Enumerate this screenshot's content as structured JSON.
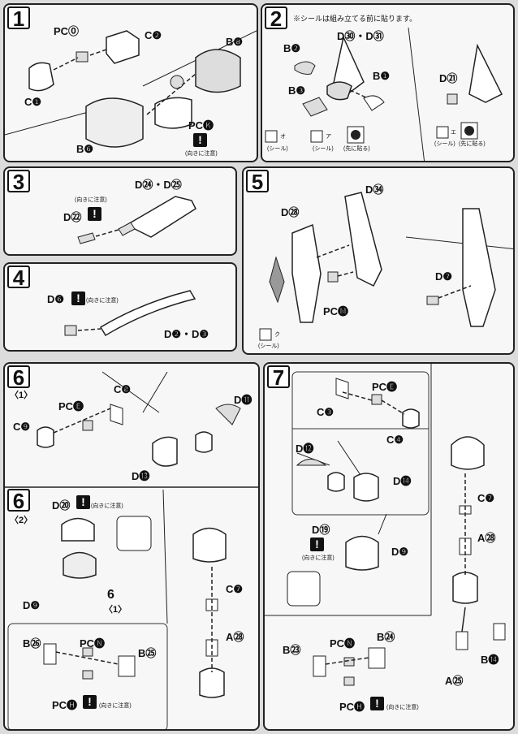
{
  "steps": {
    "s1": {
      "num": "1",
      "labels": {
        "pco": "PC⓪",
        "c2": "C❷",
        "b8": "B❽",
        "c1": "C❶",
        "pck": "PC🅚",
        "b6": "B❻"
      },
      "caution": "(向きに注意)"
    },
    "s2": {
      "num": "2",
      "note": "※シールは組み立てる前に貼ります。",
      "labels": {
        "d30": "D㉚・D㉛",
        "b2": "B❷",
        "b1": "B❶",
        "b3": "B❸",
        "d21": "D㉑"
      },
      "stickers": [
        {
          "text": "オ",
          "cap": "(シール)"
        },
        {
          "text": "ア",
          "cap": "(シール)"
        },
        {
          "text": "(先に貼る)"
        },
        {
          "text": "エ",
          "cap": "(シール)"
        },
        {
          "text": "(先に貼る)"
        }
      ]
    },
    "s3": {
      "num": "3",
      "labels": {
        "d24": "D㉔・D㉕",
        "d22": "D㉒"
      },
      "caution": "(向きに注意)"
    },
    "s4": {
      "num": "4",
      "labels": {
        "d6": "D❻",
        "d2": "D❷・D❸"
      },
      "caution": "(向きに注意)"
    },
    "s5": {
      "num": "5",
      "labels": {
        "d28": "D㉘",
        "d34": "D㉞",
        "pcm": "PC🅜",
        "d7": "D❼"
      },
      "sticker": {
        "text": "ク",
        "cap": "(シール)"
      }
    },
    "s6a": {
      "num": "6",
      "sub": "〈1〉",
      "labels": {
        "c8": "C❽",
        "pce": "PC🅔",
        "c9": "C❾",
        "d11": "D⓫",
        "d13": "D⓭"
      }
    },
    "s6b": {
      "num": "6",
      "sub": "〈2〉",
      "labels": {
        "d20": "D⑳",
        "d9": "D❾",
        "ref": "6",
        "refsub": "〈1〉",
        "c7": "C❼",
        "a28": "A㉘",
        "b26": "B㉖",
        "pcn": "PC🅝",
        "b25": "B㉕",
        "pch": "PC🅗"
      },
      "caution": "(向きに注意)"
    },
    "s7": {
      "num": "7",
      "labels": {
        "pce": "PC🅔",
        "c3": "C❸",
        "c4": "C❹",
        "d12": "D⓬",
        "d14": "D⓮",
        "d19": "D⑲",
        "d9": "D❾",
        "c7": "C❼",
        "a28": "A㉘",
        "a25": "A㉕",
        "b14": "B⓮",
        "b23": "B㉓",
        "pcn": "PC🅝",
        "b24": "B㉔",
        "pch": "PC🅗"
      },
      "caution": "(向きに注意)"
    }
  },
  "icons": {
    "warn": "!"
  }
}
